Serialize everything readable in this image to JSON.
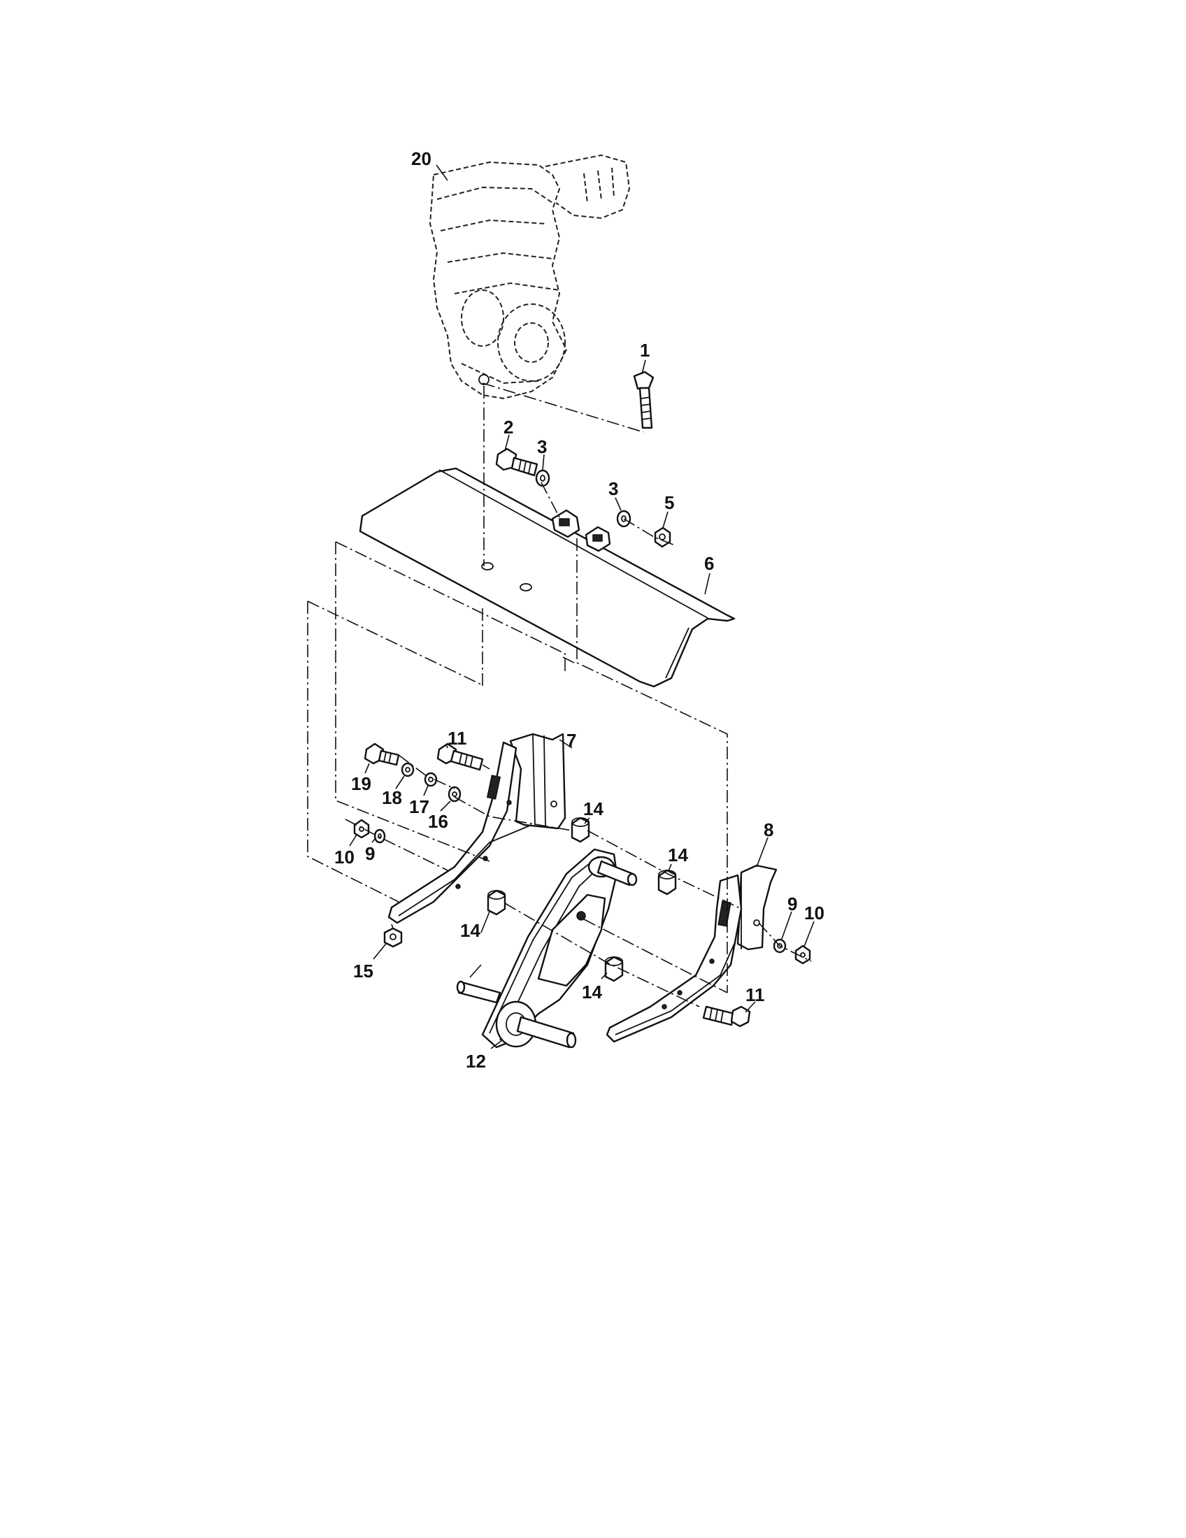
{
  "callouts": {
    "c1": "1",
    "c2": "2",
    "c3a": "3",
    "c3b": "3",
    "c5": "5",
    "c6": "6",
    "c7": "7",
    "c8": "8",
    "c9a": "9",
    "c9b": "9",
    "c10a": "10",
    "c10b": "10",
    "c11a": "11",
    "c11b": "11",
    "c12": "12",
    "c14a": "14",
    "c14b": "14",
    "c14c": "14",
    "c14d": "14",
    "c15": "15",
    "c16": "16",
    "c17": "17",
    "c18": "18",
    "c19": "19",
    "c20": "20"
  }
}
